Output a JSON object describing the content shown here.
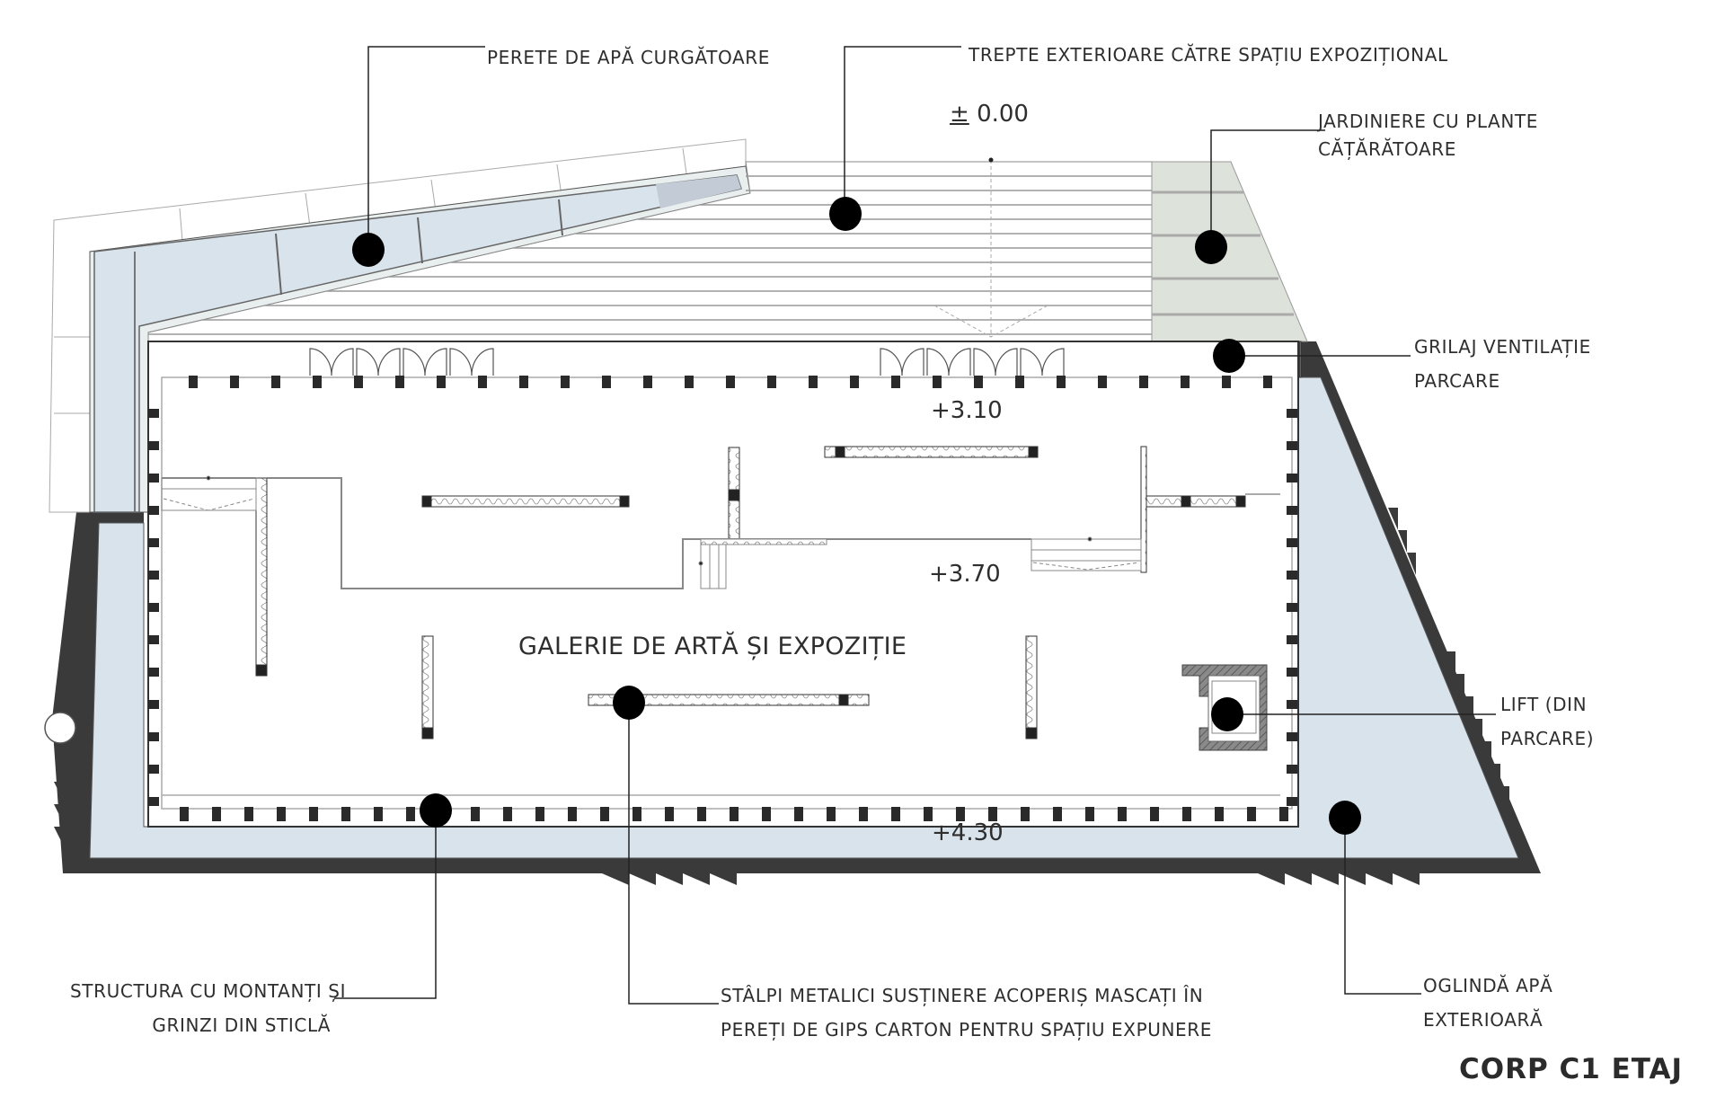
{
  "drawing": {
    "title": "CORP C1 ETAJ",
    "room_label": "GALERIE DE ARTĂ ȘI EXPOZIȚIE",
    "levels": {
      "ground_sign": "±",
      "ground_value": "0.00",
      "l1": "+3.10",
      "l2": "+3.70",
      "l3": "+4.30"
    },
    "callouts": [
      {
        "id": "water-wall",
        "lines": [
          "PERETE DE APĂ CURGĂTOARE"
        ]
      },
      {
        "id": "exterior-steps",
        "lines": [
          "TREPTE EXTERIOARE CĂTRE SPAȚIU EXPOZIȚIONAL"
        ]
      },
      {
        "id": "planters",
        "lines": [
          "JARDINIERE CU PLANTE",
          "CĂȚĂRĂTOARE"
        ]
      },
      {
        "id": "ventilation-grille",
        "lines": [
          "GRILAJ VENTILAȚIE",
          "PARCARE"
        ]
      },
      {
        "id": "lift",
        "lines": [
          "LIFT (DIN",
          "PARCARE)"
        ]
      },
      {
        "id": "glass-structure",
        "lines": [
          "STRUCTURA CU MONTANȚI ȘI",
          "GRINZI DIN STICLĂ"
        ]
      },
      {
        "id": "metal-columns",
        "lines": [
          "STÂLPI METALICI SUSȚINERE ACOPERIȘ MASCAȚI ÎN",
          "PEREȚI DE GIPS CARTON PENTRU SPAȚIU EXPUNERE"
        ]
      },
      {
        "id": "water-mirror",
        "lines": [
          "OGLINDĂ APĂ",
          "EXTERIOARĂ"
        ]
      }
    ],
    "colors": {
      "water": "#d9e3ec",
      "water_channel": "#c3ccd6",
      "wall_dark": "#3a3a3a",
      "planter": "#dde3db",
      "grille": "#4a4a4a",
      "text": "#2e2e2e",
      "paving": "#f2f4f2"
    }
  }
}
